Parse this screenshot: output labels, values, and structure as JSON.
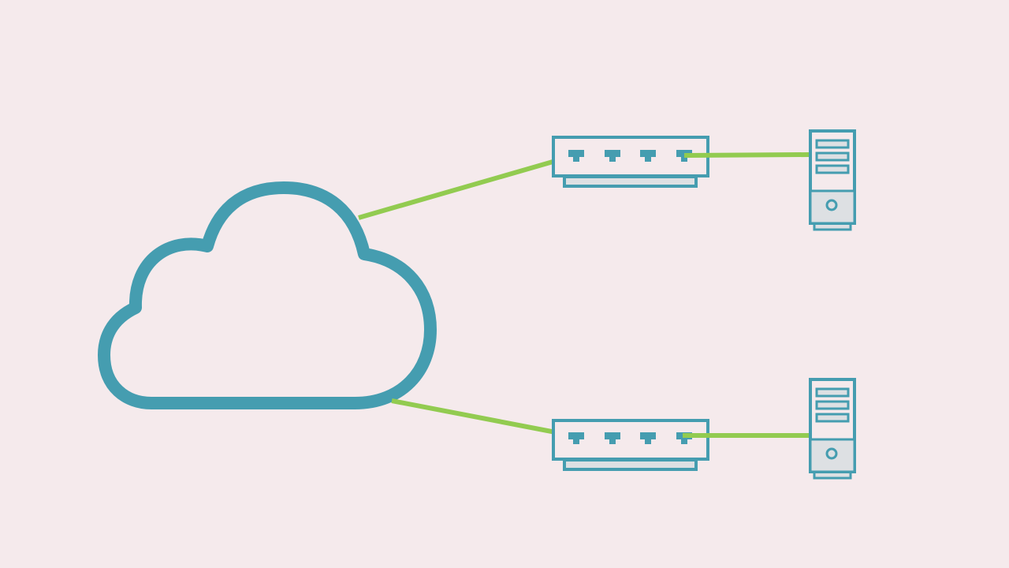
{
  "colors": {
    "background": "#f5eaec",
    "stroke": "#459db0",
    "fill": "#dde0e3",
    "link": "#92cb50"
  },
  "nodes": [
    {
      "id": "cloud",
      "icon": "cloud-icon"
    },
    {
      "id": "switch-top",
      "icon": "network-switch-icon",
      "ports": 4
    },
    {
      "id": "switch-bottom",
      "icon": "network-switch-icon",
      "ports": 4
    },
    {
      "id": "server-top",
      "icon": "server-tower-icon"
    },
    {
      "id": "server-bottom",
      "icon": "server-tower-icon"
    }
  ],
  "links": [
    {
      "from": "cloud",
      "to": "switch-top"
    },
    {
      "from": "cloud",
      "to": "switch-bottom"
    },
    {
      "from": "switch-top",
      "to": "server-top"
    },
    {
      "from": "switch-bottom",
      "to": "server-bottom"
    }
  ]
}
